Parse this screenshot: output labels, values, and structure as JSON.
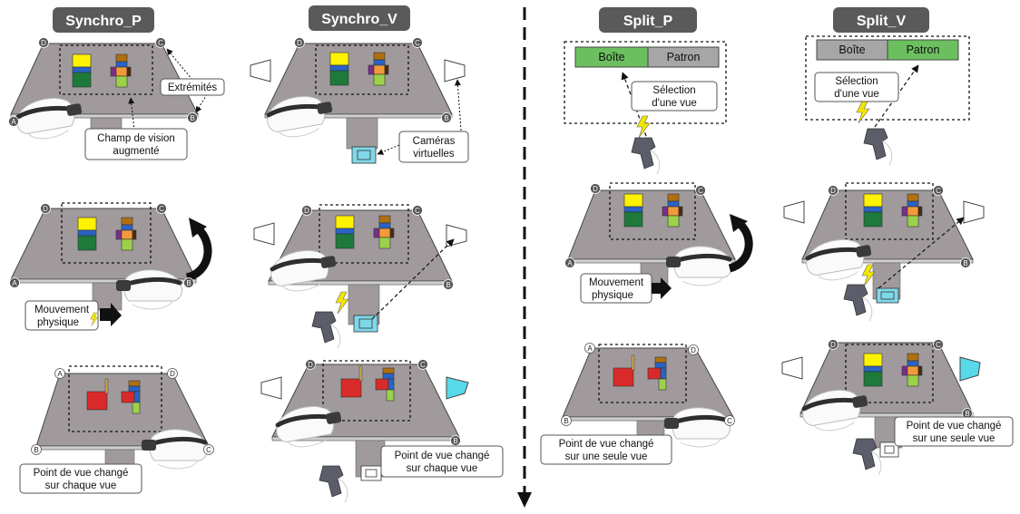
{
  "titles": {
    "synchro_p": "Synchro_P",
    "synchro_v": "Synchro_V",
    "split_p": "Split_P",
    "split_v": "Split_V"
  },
  "corners": {
    "a": "A",
    "b": "B",
    "c": "C",
    "d": "D"
  },
  "labels": {
    "extremites": "Extrémités",
    "champ_line1": "Champ de vision",
    "champ_line2": "augmenté",
    "cameras_line1": "Caméras",
    "cameras_line2": "virtuelles",
    "mouvement_line1": "Mouvement",
    "mouvement_line2": "physique",
    "pdv_chaque_line1": "Point de vue changé",
    "pdv_chaque_line2": "sur chaque vue",
    "pdv_seule_line1": "Point de vue changé",
    "pdv_seule_line2": "sur une seule vue",
    "selection_line1": "Sélection",
    "selection_line2": "d'une vue"
  },
  "view_menu": {
    "boite": "Boîte",
    "patron": "Patron"
  },
  "colors": {
    "table": "#a09a9c",
    "title_bg": "#5a5a5a",
    "selected_view": "#6cbf5f",
    "unselected_view": "#a6a6a6",
    "tracker": "#7fd8e8",
    "headset": "#2e2e2e",
    "lightning": "#f2e600"
  }
}
